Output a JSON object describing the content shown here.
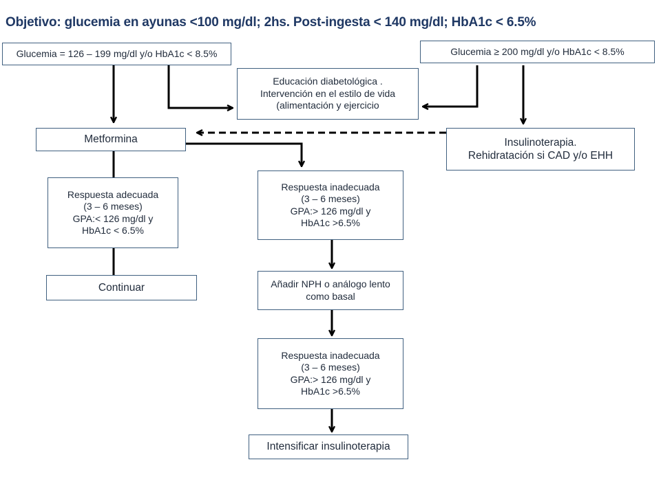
{
  "title": "Objetivo: glucemia en ayunas  <100 mg/dl; 2hs. Post-ingesta  < 140 mg/dl; HbA1c  < 6.5%",
  "boxes": {
    "glucemia_126_199": "Glucemia = 126 – 199 mg/dl y/o HbA1c < 8.5%",
    "glucemia_200": "Glucemia ≥ 200 mg/dl y/o HbA1c < 8.5%",
    "educacion": [
      "Educación diabetológica .",
      "Intervención en el estilo de vida",
      "(alimentación y ejercicio"
    ],
    "metformina": "Metformina",
    "insulinoterapia": [
      "Insulinoterapia.",
      "Rehidratación si CAD y/o EHH"
    ],
    "respuesta_adecuada": [
      "Respuesta adecuada",
      "(3 – 6 meses)",
      "GPA:< 126 mg/dl y",
      "HbA1c < 6.5%"
    ],
    "continuar": "Continuar",
    "respuesta_inadecuada_1": [
      "Respuesta  inadecuada",
      "(3 – 6 meses)",
      "GPA:> 126 mg/dl y",
      "HbA1c >6.5%"
    ],
    "anadir_nph": [
      "Añadir NPH o análogo lento",
      "como basal"
    ],
    "respuesta_inadecuada_2": [
      "Respuesta  inadecuada",
      "(3 – 6 meses)",
      "GPA:> 126 mg/dl y",
      "HbA1c >6.5%"
    ],
    "intensificar": "Intensificar insulinoterapia"
  }
}
